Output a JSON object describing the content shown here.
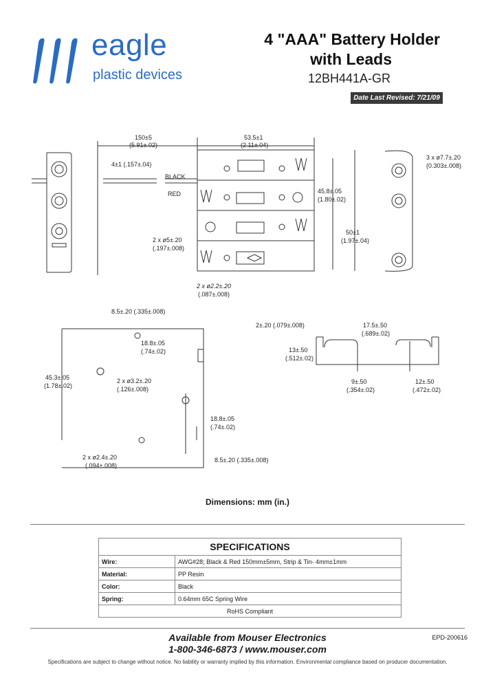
{
  "brand": {
    "name": "eagle",
    "subtitle": "plastic devices",
    "logo_color": "#2a6cc4"
  },
  "title": {
    "line1": "4 \"AAA\" Battery Holder",
    "line2": "with Leads",
    "part_number": "12BH441A-GR"
  },
  "revised": "Date Last Revised:  7/21/09",
  "top_view": {
    "dim_150": "150±5",
    "dim_150_in": "(5.91±.02)",
    "dim_53": "53.5±1",
    "dim_53_in": "(2.11±.04)",
    "dim_strip": "4±1 (.157±.04)",
    "wire_black": "BLACK",
    "wire_red": "RED",
    "dim_hole5": "2 x ø5±.20",
    "dim_hole5_in": "(.197±.008)",
    "dim_hole22": "2 x ø2.2±.20",
    "dim_hole22_in": "(.087±.008)",
    "dim_458": "45.8±.05",
    "dim_458_in": "(1.80±.02)",
    "dim_50": "50±1",
    "dim_50_in": "(1.97±.04)",
    "dim_77": "3 x ø7.7±.20",
    "dim_77_in": "(0.303±.008)"
  },
  "bottom_view": {
    "dim_85a": "8.5±.20 (.335±.008)",
    "dim_188a": "18.8±.05",
    "dim_188a_in": "(.74±.02)",
    "dim_453": "45.3±.05",
    "dim_453_in": "(1.78±.02)",
    "dim_32": "2 x ø3.2±.20",
    "dim_32_in": "(.126±.008)",
    "dim_188b": "18.8±.05",
    "dim_188b_in": "(.74±.02)",
    "dim_24": "2 x ø2.4±.20",
    "dim_24_in": "(.094±.008)",
    "dim_85b": "8.5±.20 (.335±.008)"
  },
  "side_view": {
    "dim_2": "2±.20 (.079±.008)",
    "dim_175": "17.5±.50",
    "dim_175_in": "(.689±.02)",
    "dim_13": "13±.50",
    "dim_13_in": "(.512±.02)",
    "dim_9": "9±.50",
    "dim_9_in": "(.354±.02)",
    "dim_12": "12±.50",
    "dim_12_in": "(.472±.02)"
  },
  "dims_caption": "Dimensions: mm (in.)",
  "specs": {
    "heading": "SPECIFICATIONS",
    "rows": [
      {
        "k": "Wire:",
        "v": "AWG#28; Black & Red 150mm±5mm, Strip & Tin- 4mm±1mm"
      },
      {
        "k": "Material:",
        "v": "PP Resin"
      },
      {
        "k": "Color:",
        "v": "Black"
      },
      {
        "k": "Spring:",
        "v": "0.64mm 65C Spring Wire"
      }
    ],
    "rohs": "RoHS Compliant"
  },
  "footer": {
    "available": "Available from Mouser Electronics",
    "phone": "1-800-346-6873 / www.mouser.com",
    "epd": "EPD-200616",
    "disclaimer": "Specifications are subject to change without notice.  No liability or warranty implied by this information.  Environmental compliance based on producer documentation."
  }
}
